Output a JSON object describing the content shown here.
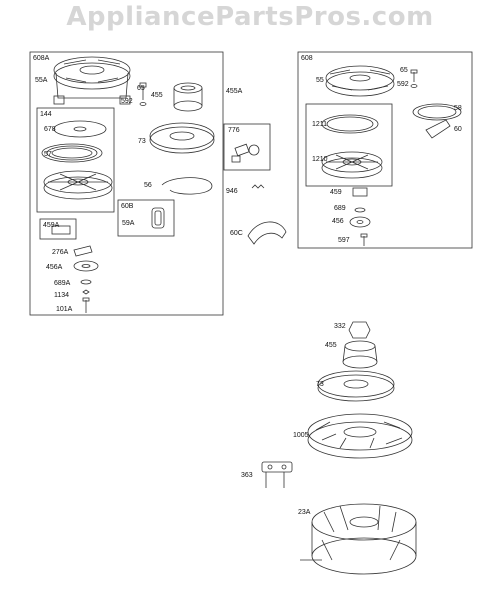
{
  "watermark": "AppliancePartsPros.com",
  "boxes": {
    "b608a": "608A",
    "b144": "144",
    "b776": "776",
    "b459a": "459A",
    "b60b": "60B",
    "b608": "608"
  },
  "labels": {
    "l55a": "55A",
    "l65a": "65",
    "l592a": "592",
    "l455": "455",
    "l455a": "455A",
    "l678": "678",
    "l57": "57",
    "l73a": "73",
    "l56": "56",
    "l946": "946",
    "l59a": "59A",
    "l60c": "60C",
    "l276a": "276A",
    "l456a": "456A",
    "l689a": "689A",
    "l1134": "1134",
    "l101a": "101A",
    "l55": "55",
    "l65b": "65",
    "l592b": "592",
    "l58": "58",
    "l60": "60",
    "l1211": "1211",
    "l1210": "1210",
    "l459": "459",
    "l689": "689",
    "l456": "456",
    "l597": "597",
    "l332": "332",
    "l455b": "455",
    "l73b": "73",
    "l1005": "1005",
    "l363": "363",
    "l23a": "23A"
  }
}
